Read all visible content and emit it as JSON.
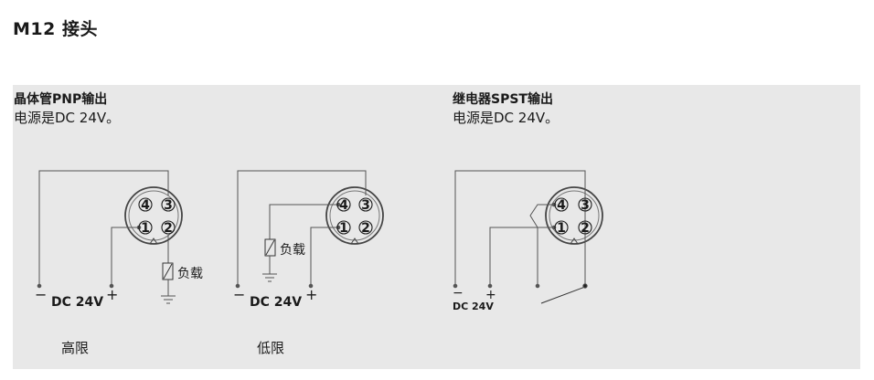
{
  "page_title": "M12 接头",
  "sections": {
    "pnp": {
      "title": "晶体管PNP输出",
      "subtitle": "电源是DC 24V。"
    },
    "relay": {
      "title": "继电器SPST输出",
      "subtitle": "电源是DC 24V。"
    }
  },
  "diagrams": {
    "high": {
      "pins": [
        "4",
        "3",
        "1",
        "2"
      ],
      "load_label": "负载",
      "minus": "−",
      "plus": "+",
      "supply": "DC 24V",
      "caption": "高限"
    },
    "low": {
      "pins": [
        "4",
        "3",
        "1",
        "2"
      ],
      "load_label": "负载",
      "minus": "−",
      "plus": "+",
      "supply": "DC 24V",
      "caption": "低限"
    },
    "relay": {
      "pins": [
        "4",
        "3",
        "1",
        "2"
      ],
      "minus": "−",
      "plus": "+",
      "supply": "DC 24V"
    }
  }
}
